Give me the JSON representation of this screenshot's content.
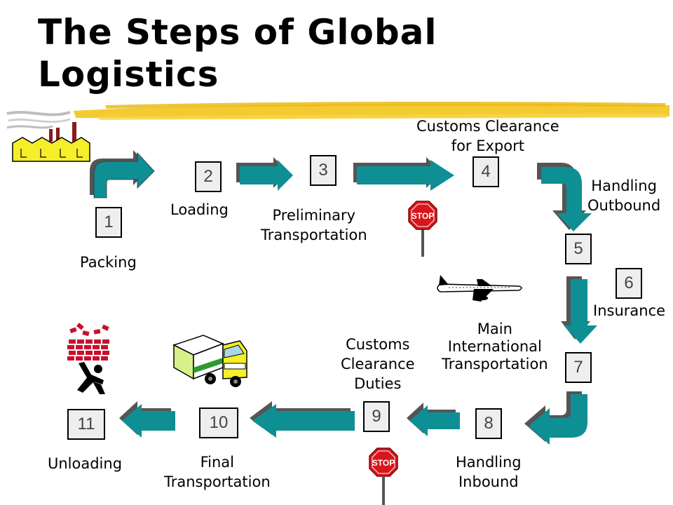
{
  "title": {
    "line1": "The Steps of Global",
    "line2": "Logistics"
  },
  "steps": [
    {
      "number": "1",
      "label": "Packing"
    },
    {
      "number": "2",
      "label": "Loading"
    },
    {
      "number": "3",
      "label_line1": "Preliminary",
      "label_line2": "Transportation"
    },
    {
      "number": "4",
      "label_line1": "Customs Clearance",
      "label_line2": "for Export"
    },
    {
      "number": "5",
      "label_line1": "Handling",
      "label_line2": "Outbound"
    },
    {
      "number": "6",
      "label": "Insurance"
    },
    {
      "number": "7",
      "label_line1": "Main",
      "label_line2": "International",
      "label_line3": "Transportation"
    },
    {
      "number": "8",
      "label_line1": "Handling",
      "label_line2": "Inbound"
    },
    {
      "number": "9",
      "label_line1": "Customs",
      "label_line2": "Clearance",
      "label_line3": "Duties"
    },
    {
      "number": "10",
      "label_line1": "Final",
      "label_line2": "Transportation"
    },
    {
      "number": "11",
      "label": "Unloading"
    }
  ],
  "stop_sign": {
    "text": "STOP"
  },
  "colors": {
    "arrow_fill": "#0e8f94",
    "arrow_shadow": "#555555",
    "highlight": "#f2c419",
    "box_fill": "#eeeeee",
    "stop_red": "#d8161b",
    "building_yellow": "#f5ee29"
  },
  "icons": [
    "factory-icon",
    "stop-sign-icon",
    "airplane-icon",
    "truck-icon",
    "worker-with-bricks-icon"
  ]
}
